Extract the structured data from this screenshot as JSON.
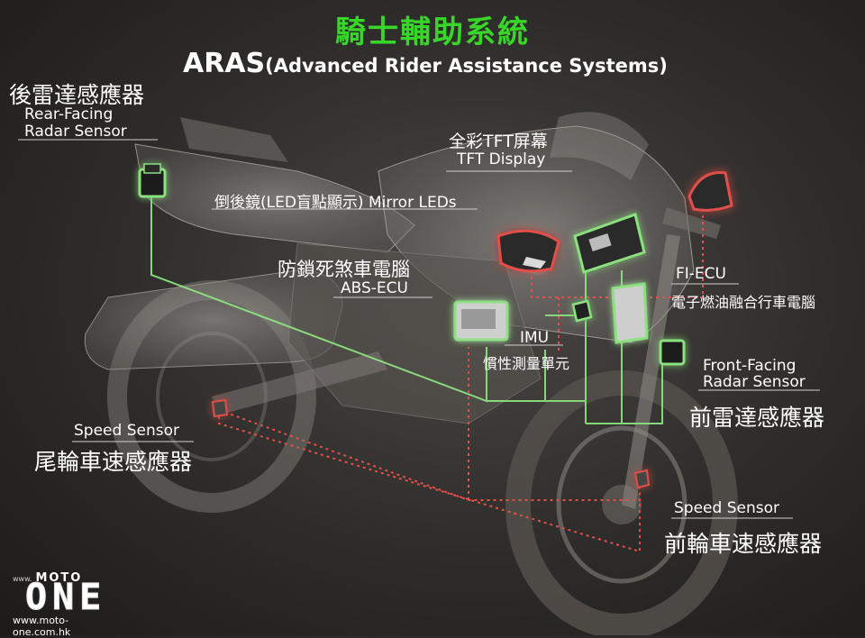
{
  "title": {
    "zh": "騎士輔助系統",
    "en_main": "ARAS",
    "en_sub": "(Advanced Rider Assistance Systems)"
  },
  "labels": {
    "rear_radar": {
      "zh": "後雷達感應器",
      "en1": "Rear-Facing",
      "en2": "Radar Sensor"
    },
    "tft": {
      "zh": "全彩TFT屏幕",
      "en": "TFT Display"
    },
    "mirror": {
      "zh": "倒後鏡(LED盲點顯示)",
      "en": "Mirror LEDs"
    },
    "abs": {
      "zh": "防鎖死煞車電腦",
      "en": "ABS-ECU"
    },
    "imu": {
      "en": "IMU",
      "zh": "慣性測量單元"
    },
    "fiecu": {
      "en": "FI-ECU",
      "zh": "電子燃油融合行車電腦"
    },
    "front_radar": {
      "en1": "Front-Facing",
      "en2": "Radar Sensor",
      "zh": "前雷達感應器"
    },
    "rear_speed": {
      "en": "Speed Sensor",
      "zh": "尾輪車速感應器"
    },
    "front_speed": {
      "en": "Speed Sensor",
      "zh": "前輪車速感應器"
    }
  },
  "logo": {
    "www": "www.",
    "moto": "MOTO",
    "one": "ONE",
    "url": "www.moto-one.com.hk"
  },
  "colors": {
    "title_green": "#39d62a",
    "line_green": "#8be07f",
    "line_red": "#e0504a"
  }
}
